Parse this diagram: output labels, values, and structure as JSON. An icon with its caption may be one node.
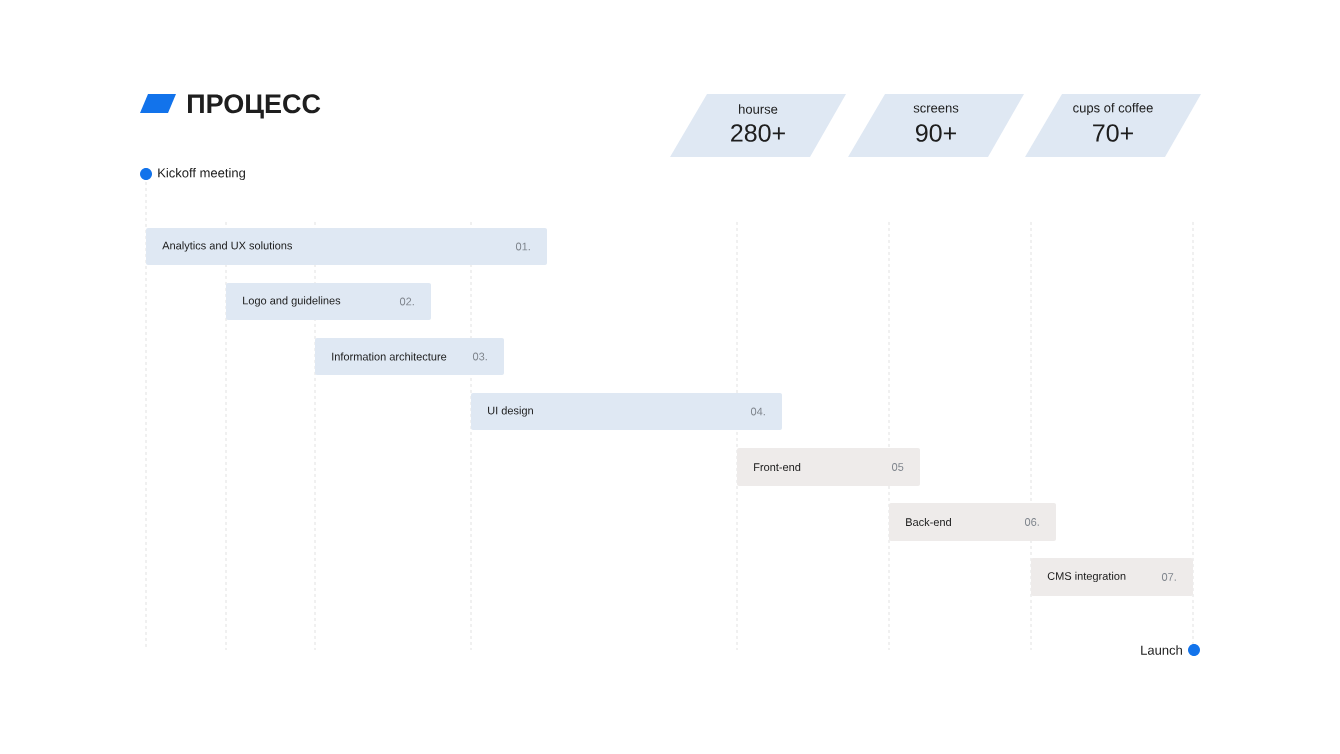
{
  "diagram": {
    "title": "ПРОЦЕСС",
    "nodes": [
      {
        "text": [
          "hourse",
          "280+"
        ]
      },
      {
        "text": [
          "screens",
          "90+"
        ]
      },
      {
        "text": [
          "cups of coffee",
          "70+"
        ]
      },
      {
        "text": [
          "Analytics and UX solutions",
          "01."
        ]
      },
      {
        "text": [
          "Logo and guidelines",
          "02."
        ]
      },
      {
        "text": [
          "Information architecture",
          "03."
        ]
      },
      {
        "text": [
          "UI design",
          "04."
        ]
      },
      {
        "text": [
          "Front-end",
          "05"
        ]
      },
      {
        "text": [
          "Back-end",
          "06."
        ]
      },
      {
        "text": [
          "CMS integration",
          "07."
        ]
      }
    ],
    "labels": [
      "Kickoff meeting",
      "Launch"
    ]
  }
}
